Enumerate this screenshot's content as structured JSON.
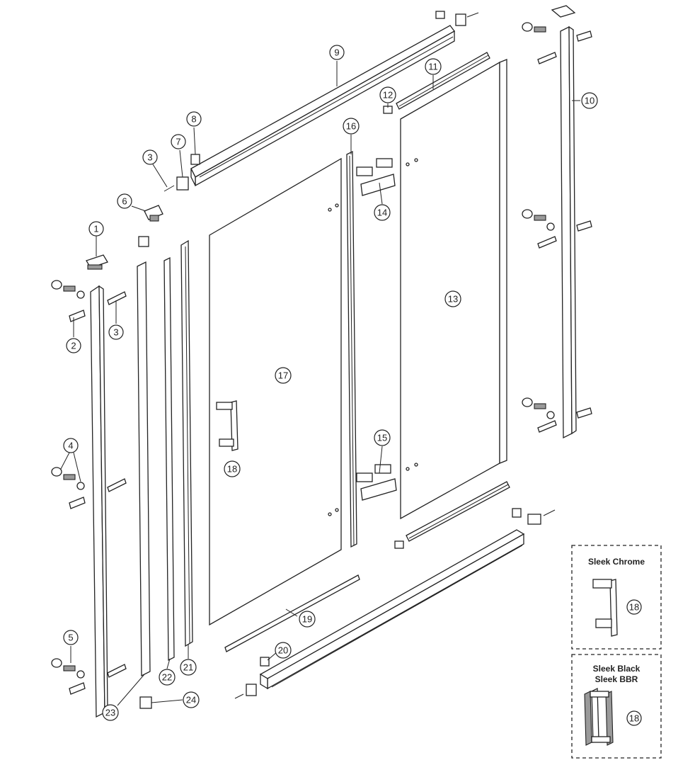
{
  "callouts": [
    {
      "label": "1"
    },
    {
      "label": "2"
    },
    {
      "label": "3"
    },
    {
      "label": "3"
    },
    {
      "label": "4"
    },
    {
      "label": "5"
    },
    {
      "label": "6"
    },
    {
      "label": "7"
    },
    {
      "label": "8"
    },
    {
      "label": "9"
    },
    {
      "label": "10"
    },
    {
      "label": "11"
    },
    {
      "label": "12"
    },
    {
      "label": "13"
    },
    {
      "label": "14"
    },
    {
      "label": "15"
    },
    {
      "label": "16"
    },
    {
      "label": "17"
    },
    {
      "label": "18"
    },
    {
      "label": "19"
    },
    {
      "label": "20"
    },
    {
      "label": "21"
    },
    {
      "label": "22"
    },
    {
      "label": "23"
    },
    {
      "label": "24"
    }
  ],
  "insets": [
    {
      "title_lines": [
        "Sleek Chrome"
      ],
      "part_label": "18"
    },
    {
      "title_lines": [
        "Sleek Black",
        "Sleek BBR"
      ],
      "part_label": "18"
    }
  ]
}
